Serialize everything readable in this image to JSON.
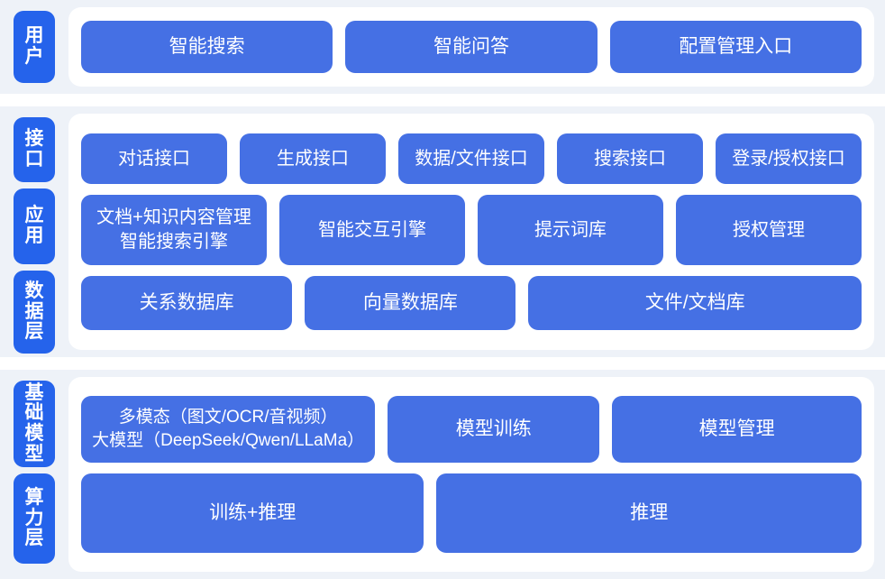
{
  "theme": {
    "page_background": "#ffffff",
    "band_background": "#eef2f8",
    "panel_background": "#ffffff",
    "tab_color": "#2563eb",
    "box_color": "#4570e4",
    "text_color": "#ffffff"
  },
  "sections": [
    {
      "id": "user",
      "tabs": [
        {
          "id": "user",
          "label": "用户"
        }
      ],
      "rows": [
        {
          "id": "user-entries",
          "boxes": [
            {
              "id": "intelligent-search",
              "label": "智能搜索"
            },
            {
              "id": "intelligent-qa",
              "label": "智能问答"
            },
            {
              "id": "config-management-entry",
              "label": "配置管理入口"
            }
          ]
        }
      ]
    },
    {
      "id": "middle",
      "tabs": [
        {
          "id": "interface",
          "label": "接口"
        },
        {
          "id": "application",
          "label": "应用"
        },
        {
          "id": "data",
          "label": "数据层"
        }
      ],
      "rows": [
        {
          "id": "interfaces",
          "boxes": [
            {
              "id": "dialog-interface",
              "label": "对话接口"
            },
            {
              "id": "generation-interface",
              "label": "生成接口"
            },
            {
              "id": "data-file-interface",
              "label": "数据/文件接口"
            },
            {
              "id": "search-interface",
              "label": "搜索接口"
            },
            {
              "id": "login-auth-interface",
              "label": "登录/授权接口"
            }
          ]
        },
        {
          "id": "applications",
          "boxes": [
            {
              "id": "doc-knowledge-management",
              "label": "文档+知识内容管理\n智能搜索引擎"
            },
            {
              "id": "intelligent-interaction-engine",
              "label": "智能交互引擎"
            },
            {
              "id": "prompt-library",
              "label": "提示词库"
            },
            {
              "id": "authorization-management",
              "label": "授权管理"
            }
          ]
        },
        {
          "id": "databases",
          "boxes": [
            {
              "id": "relational-database",
              "label": "关系数据库"
            },
            {
              "id": "vector-database",
              "label": "向量数据库"
            },
            {
              "id": "file-document-store",
              "label": "文件/文档库"
            }
          ]
        }
      ]
    },
    {
      "id": "bottom",
      "tabs": [
        {
          "id": "foundation-model",
          "label": "基础模型"
        },
        {
          "id": "compute",
          "label": "算力层"
        }
      ],
      "rows": [
        {
          "id": "models",
          "boxes": [
            {
              "id": "multimodal-large-model",
              "label": "多模态（图文/OCR/音视频）\n大模型（DeepSeek/Qwen/LLaMa）"
            },
            {
              "id": "model-training",
              "label": "模型训练"
            },
            {
              "id": "model-management",
              "label": "模型管理"
            }
          ]
        },
        {
          "id": "compute",
          "boxes": [
            {
              "id": "training-inference",
              "label": "训练+推理"
            },
            {
              "id": "inference",
              "label": "推理"
            }
          ]
        }
      ]
    }
  ]
}
